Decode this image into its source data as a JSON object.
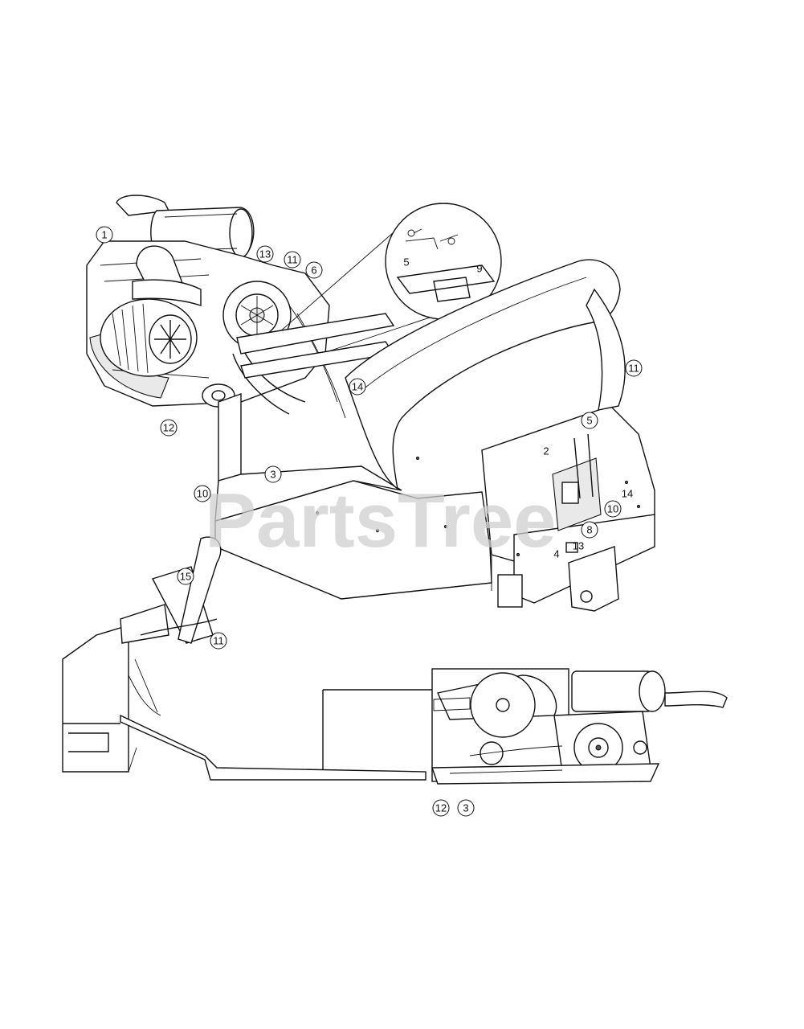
{
  "watermark": "PartsTree",
  "callouts": [
    {
      "id": "c-top-1",
      "label": "1",
      "circled": true
    },
    {
      "id": "c-top-13",
      "label": "13",
      "circled": true
    },
    {
      "id": "c-top-11a",
      "label": "11",
      "circled": true
    },
    {
      "id": "c-top-6",
      "label": "6",
      "circled": true
    },
    {
      "id": "c-inset-5",
      "label": "5",
      "circled": false
    },
    {
      "id": "c-inset-9",
      "label": "9",
      "circled": false
    },
    {
      "id": "c-top-14a",
      "label": "14",
      "circled": true
    },
    {
      "id": "c-top-11b",
      "label": "11",
      "circled": true
    },
    {
      "id": "c-top-12",
      "label": "12",
      "circled": true
    },
    {
      "id": "c-top-3",
      "label": "3",
      "circled": true
    },
    {
      "id": "c-top-10a",
      "label": "10",
      "circled": true
    },
    {
      "id": "c-top-5",
      "label": "5",
      "circled": true
    },
    {
      "id": "c-top-2",
      "label": "2",
      "circled": false
    },
    {
      "id": "c-top-14b",
      "label": "14",
      "circled": false
    },
    {
      "id": "c-top-10b",
      "label": "10",
      "circled": true
    },
    {
      "id": "c-top-8",
      "label": "8",
      "circled": true
    },
    {
      "id": "c-top-13b",
      "label": "13",
      "circled": false
    },
    {
      "id": "c-top-4",
      "label": "4",
      "circled": false
    },
    {
      "id": "c-bot-15",
      "label": "15",
      "circled": true
    },
    {
      "id": "c-bot-11",
      "label": "11",
      "circled": true
    },
    {
      "id": "c-bot-12",
      "label": "12",
      "circled": true
    },
    {
      "id": "c-bot-3",
      "label": "3",
      "circled": true
    }
  ]
}
